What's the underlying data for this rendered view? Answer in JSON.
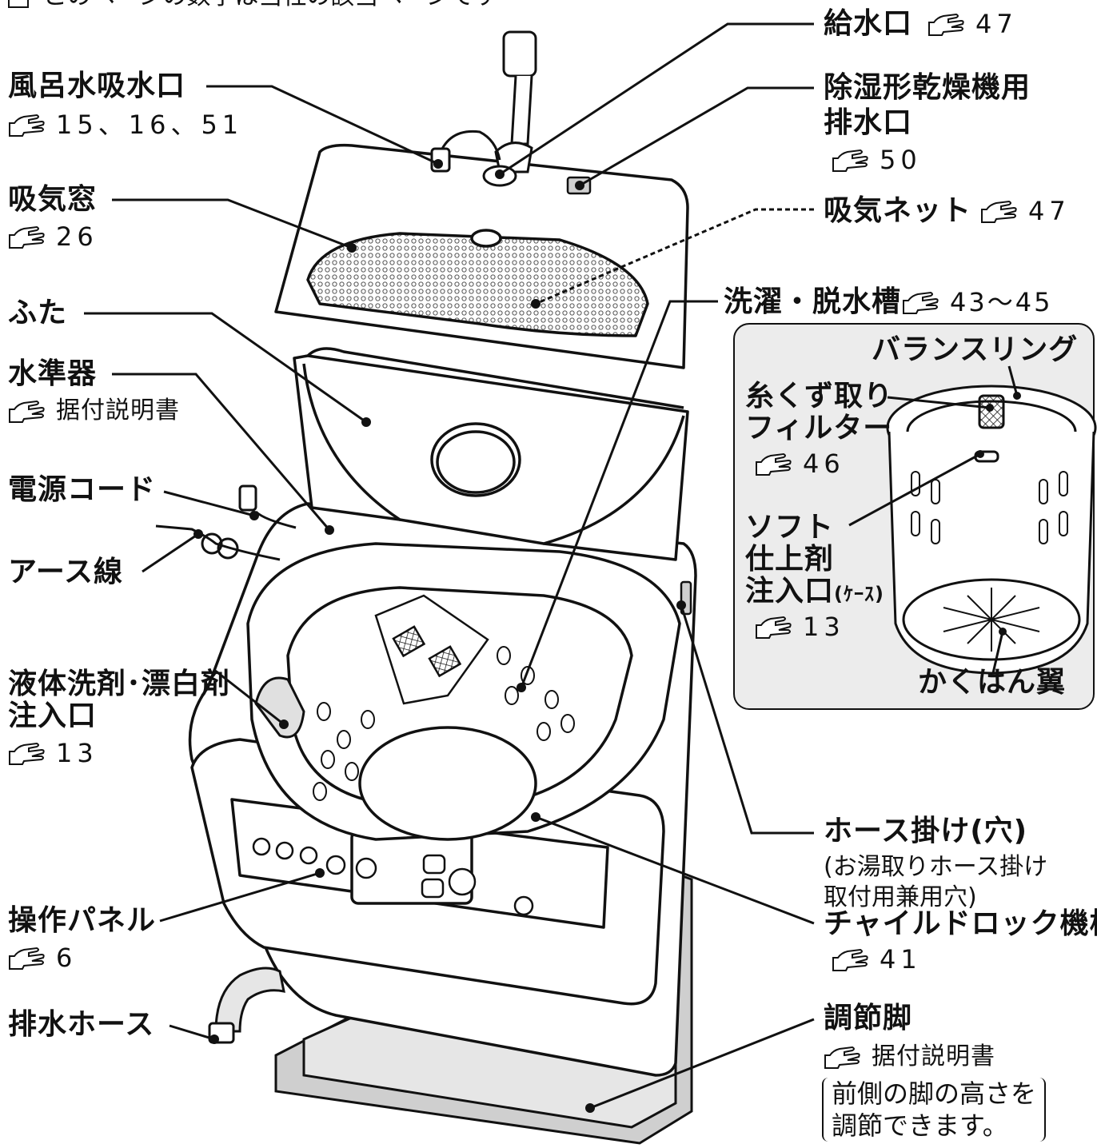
{
  "header": {
    "text": "このページの数字は当社の該当ページです"
  },
  "labels": {
    "furosui": {
      "name": "風呂水吸水口",
      "ref": "15、16、51"
    },
    "kyuki_mado": {
      "name": "吸気窓",
      "ref": "26"
    },
    "futa": {
      "name": "ふた"
    },
    "suijunki": {
      "name": "水準器",
      "ref": "据付説明書"
    },
    "dengen": {
      "name": "電源コード"
    },
    "earth": {
      "name": "アース線"
    },
    "ekitai": {
      "name_line1": "液体洗剤･漂白剤",
      "name_line2": "注入口",
      "ref": "13"
    },
    "sousa": {
      "name": "操作パネル",
      "ref": "6"
    },
    "haisui_hose": {
      "name": "排水ホース"
    },
    "kyusui": {
      "name": "給水口",
      "ref": "47"
    },
    "joshitsu": {
      "name_line1": "除湿形乾燥機用",
      "name_line2": "排水口",
      "ref": "50"
    },
    "kyuki_net": {
      "name": "吸気ネット",
      "ref": "47"
    },
    "sentaku": {
      "name": "洗濯・脱水槽",
      "ref": "43～45"
    },
    "balance": {
      "name": "バランスリング"
    },
    "itokuzu": {
      "name_line1": "糸くず取り",
      "name_line2": "フィルター",
      "ref": "46"
    },
    "soft": {
      "name_line1": "ソフト",
      "name_line2": "仕上剤",
      "name_line3": "注入口",
      "name_suffix": "(ｹｰｽ)",
      "ref": "13"
    },
    "kakuhan": {
      "name": "かくはん翼"
    },
    "hose_kake": {
      "name": "ホース掛け(穴)",
      "note_line1": "(お湯取りホース掛け",
      "note_line2": "取付用兼用穴)"
    },
    "child": {
      "name": "チャイルドロック機構",
      "ref": "41"
    },
    "chosetsu": {
      "name": "調節脚",
      "ref": "据付説明書",
      "box_line1": "前側の脚の高さを",
      "box_line2": "調節できます。"
    }
  },
  "icons": {
    "pointer": "pointing-hand-icon"
  },
  "colors": {
    "line": "#111111",
    "inset_bg": "#ececec",
    "body_fill": "#ffffff",
    "shade": "#d9d9d9"
  }
}
